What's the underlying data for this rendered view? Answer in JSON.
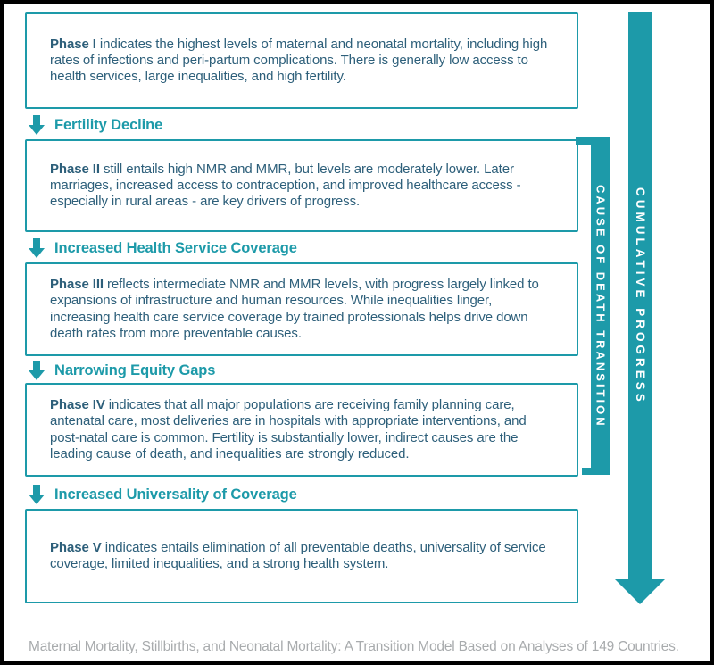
{
  "colors": {
    "accent_teal": "#1d9aa9",
    "body_text": "#2d5f7a",
    "caption_gray": "#a8abad",
    "frame_border": "#000000"
  },
  "phases": [
    {
      "name": "Phase I",
      "text": " indicates the highest levels of maternal and neonatal mortality, including high rates of infections and peri-partum complications. There is generally low access to health services, large inequalities, and high fertility."
    },
    {
      "name": "Phase II",
      "text": " still entails high NMR and MMR, but levels are moderately lower. Later marriages, increased access to contraception, and improved healthcare access - especially in rural areas - are key drivers of progress."
    },
    {
      "name": "Phase III",
      "text": " reflects intermediate NMR and MMR levels, with progress largely linked to expansions of infrastructure and human resources. While inequalities linger, increasing health care service coverage by trained professionals helps drive down death rates from more preventable causes."
    },
    {
      "name": "Phase IV",
      "text": " indicates that all major populations are receiving family planning care, antenatal care, most deliveries are in hospitals with appropriate interventions, and post-natal care is common. Fertility is substantially lower, indirect causes are the leading cause of death, and inequalities are strongly reduced."
    },
    {
      "name": "Phase V",
      "text": " indicates entails elimination of all preventable deaths, universality of service coverage, limited inequalities, and a strong health system."
    }
  ],
  "transitions": [
    {
      "label": "Fertility Decline",
      "icon": "down-arrow-icon"
    },
    {
      "label": "Increased Health Service Coverage",
      "icon": "down-arrow-icon"
    },
    {
      "label": "Narrowing Equity Gaps",
      "icon": "down-arrow-icon"
    },
    {
      "label": "Increased Universality of Coverage",
      "icon": "down-arrow-icon"
    }
  ],
  "rails": {
    "cause_of_death_label": "CAUSE OF DEATH TRANSITION",
    "cumulative_label": "CUMULATIVE PROGRESS"
  },
  "caption": "Maternal Mortality, Stillbirths, and Neonatal Mortality: A Transition Model Based on Analyses of 149 Countries."
}
